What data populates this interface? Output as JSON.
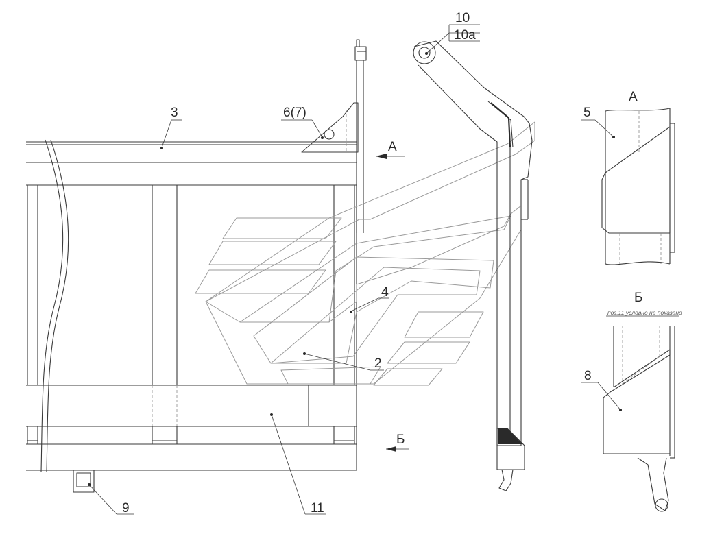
{
  "labels": {
    "callout_3": "3",
    "callout_6_7": "6(7)",
    "callout_view_a_arrow": "А",
    "callout_view_b_arrow": "Б",
    "callout_4": "4",
    "callout_2": "2",
    "callout_9": "9",
    "callout_11": "11",
    "callout_10": "10",
    "callout_10a": "10а",
    "view_a_title": "А",
    "view_a_callout_5": "5",
    "view_b_title": "Б",
    "view_b_note": "поз.11  условно не показано",
    "view_b_callout_8": "8"
  }
}
